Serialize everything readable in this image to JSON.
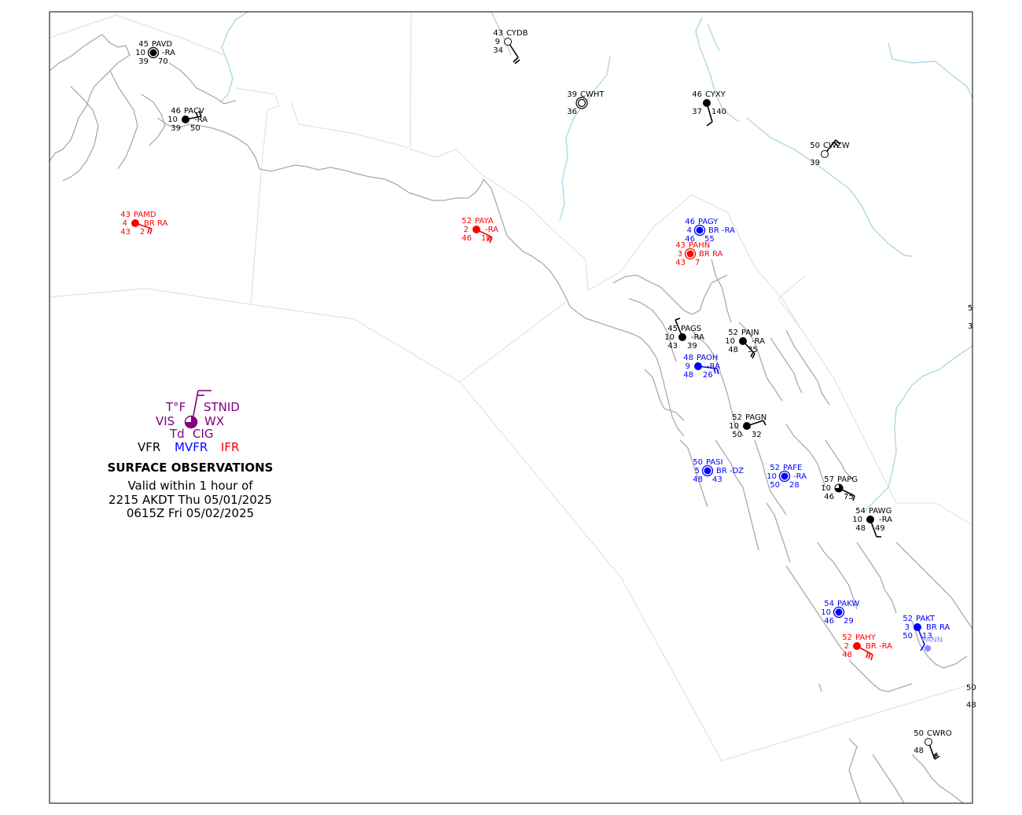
{
  "colors": {
    "VFR": "#000000",
    "MVFR": "#0000ff",
    "IFR": "#ff0000",
    "legend": "#800080",
    "coast": "#aaaaaa",
    "river": "#add8e6",
    "border": "#dddddd"
  },
  "legend": {
    "temp": "T°F",
    "stnid": "STNID",
    "vis": "VIS",
    "wx": "WX",
    "td": "Td",
    "cig": "CIG",
    "vfr": "VFR",
    "mvfr": "MVFR",
    "ifr": "IFR"
  },
  "title": "SURFACE OBSERVATIONS",
  "valid_line1": "Valid within 1 hour of",
  "valid_line2": "2215 AKDT Thu 05/01/2025",
  "valid_line3": "0615Z Fri 05/02/2025",
  "stations": [
    {
      "id": "PAVD",
      "cat": "VFR",
      "t": "45",
      "vis": "10",
      "wx": "-RA",
      "td": "39",
      "cig": "70",
      "sky": "ovc"
    },
    {
      "id": "CYDB",
      "cat": "VFR",
      "t": "43",
      "vis": "9",
      "wx": "",
      "td": "34",
      "cig": "",
      "sky": "clr"
    },
    {
      "id": "PACV",
      "cat": "VFR",
      "t": "46",
      "vis": "10",
      "wx": "-RA",
      "td": "39",
      "cig": "50",
      "sky": "ovc"
    },
    {
      "id": "CWHT",
      "cat": "VFR",
      "t": "39",
      "vis": "",
      "wx": "",
      "td": "36",
      "cig": "",
      "sky": "auto"
    },
    {
      "id": "CYXY",
      "cat": "VFR",
      "t": "46",
      "vis": "",
      "wx": "",
      "td": "37",
      "cig": "140",
      "sky": "ovc"
    },
    {
      "id": "CWZW",
      "cat": "VFR",
      "t": "50",
      "vis": "",
      "wx": "",
      "td": "39",
      "cig": "",
      "sky": "clr"
    },
    {
      "id": "PAMD",
      "cat": "IFR",
      "t": "43",
      "vis": "4",
      "wx": "BR RA",
      "td": "43",
      "cig": "2",
      "sky": "ovc"
    },
    {
      "id": "PAYA",
      "cat": "IFR",
      "t": "52",
      "vis": "2",
      "wx": "-RA",
      "td": "46",
      "cig": "10",
      "sky": "ovc"
    },
    {
      "id": "PAGY",
      "cat": "MVFR",
      "t": "46",
      "vis": "4",
      "wx": "BR -RA",
      "td": "46",
      "cig": "55",
      "sky": "ovc"
    },
    {
      "id": "PAHN",
      "cat": "IFR",
      "t": "43",
      "vis": "3",
      "wx": "BR RA",
      "td": "43",
      "cig": "7",
      "sky": "ovc"
    },
    {
      "id": "PAGS",
      "cat": "VFR",
      "t": "45",
      "vis": "10",
      "wx": "-RA",
      "td": "43",
      "cig": "39",
      "sky": "ovc"
    },
    {
      "id": "PAJN",
      "cat": "VFR",
      "t": "52",
      "vis": "10",
      "wx": "-RA",
      "td": "48",
      "cig": "35",
      "sky": "ovc"
    },
    {
      "id": "PAOH",
      "cat": "MVFR",
      "t": "48",
      "vis": "9",
      "wx": "-RA",
      "td": "48",
      "cig": "26",
      "sky": "ovc"
    },
    {
      "id": "PAGN",
      "cat": "VFR",
      "t": "52",
      "vis": "10",
      "wx": "",
      "td": "50",
      "cig": "32",
      "sky": "ovc"
    },
    {
      "id": "PASI",
      "cat": "MVFR",
      "t": "50",
      "vis": "5",
      "wx": "BR -DZ",
      "td": "48",
      "cig": "43",
      "sky": "ovc"
    },
    {
      "id": "PAFE",
      "cat": "MVFR",
      "t": "52",
      "vis": "10",
      "wx": "-RA",
      "td": "50",
      "cig": "28",
      "sky": "ovc"
    },
    {
      "id": "PAPG",
      "cat": "VFR",
      "t": "57",
      "vis": "10",
      "wx": "",
      "td": "46",
      "cig": "75",
      "sky": "bkn"
    },
    {
      "id": "PAWG",
      "cat": "VFR",
      "t": "54",
      "vis": "10",
      "wx": "-RA",
      "td": "48",
      "cig": "49",
      "sky": "ovc"
    },
    {
      "id": "PAKW",
      "cat": "MVFR",
      "t": "54",
      "vis": "10",
      "wx": "",
      "td": "46",
      "cig": "29",
      "sky": "ovc"
    },
    {
      "id": "PAKT",
      "cat": "MVFR",
      "t": "52",
      "vis": "3",
      "wx": "BR RA",
      "td": "50",
      "cig": "13",
      "sky": "ovc"
    },
    {
      "id": "PAHY",
      "cat": "IFR",
      "t": "52",
      "vis": "2",
      "wx": "BR -RA",
      "td": "48",
      "cig": "",
      "sky": "ovc"
    },
    {
      "id": "CWRO",
      "cat": "VFR",
      "t": "50",
      "vis": "",
      "wx": "",
      "td": "48",
      "cig": "",
      "sky": "clr"
    }
  ]
}
